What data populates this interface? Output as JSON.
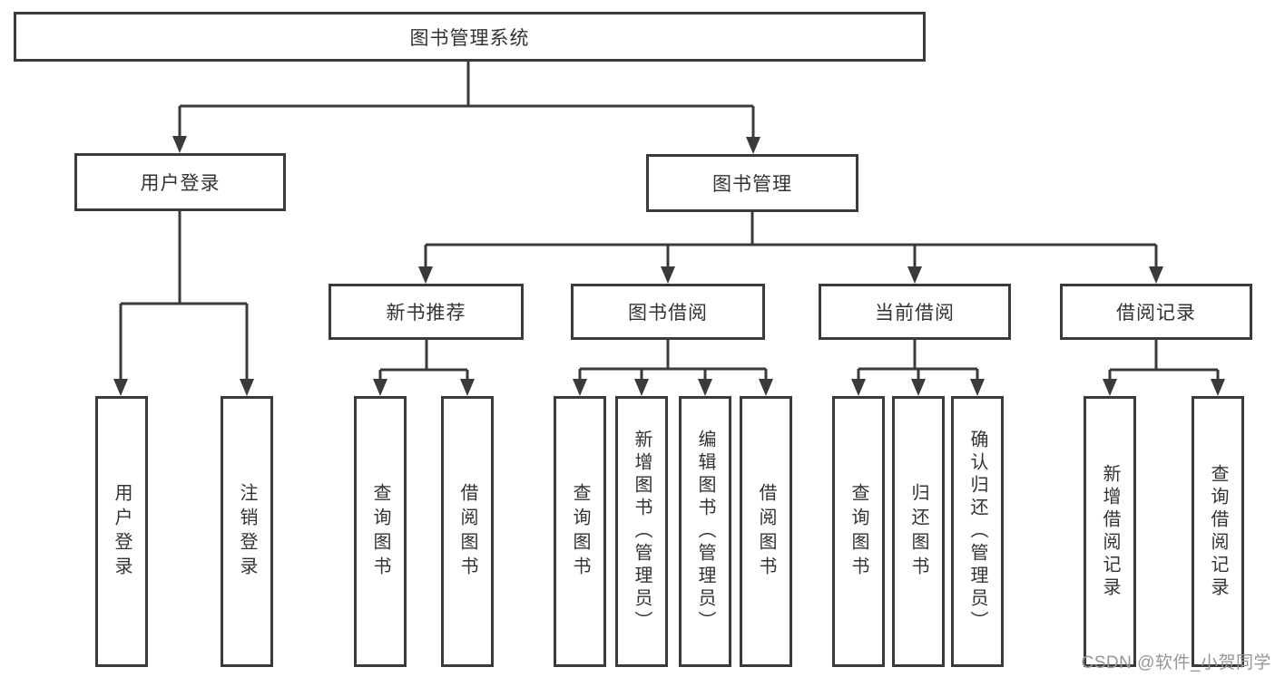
{
  "diagram": {
    "type": "hierarchy-flowchart",
    "watermark": "CSDN @软件_小贺同学",
    "colors": {
      "line": "#3a3a3a",
      "box_border": "#3a3a3a",
      "text": "#333333",
      "background": "#ffffff",
      "watermark_text": "#969696"
    },
    "nodes": {
      "root": {
        "label": "图书管理系统"
      },
      "level2": [
        {
          "label": "用户登录"
        },
        {
          "label": "图书管理"
        }
      ],
      "level3": [
        {
          "label": "新书推荐",
          "parent": "图书管理"
        },
        {
          "label": "图书借阅",
          "parent": "图书管理"
        },
        {
          "label": "当前借阅",
          "parent": "图书管理"
        },
        {
          "label": "借阅记录",
          "parent": "图书管理"
        }
      ],
      "leaves": [
        {
          "label": "用户登录",
          "parent": "用户登录"
        },
        {
          "label": "注销登录",
          "parent": "用户登录"
        },
        {
          "label": "查询图书",
          "parent": "新书推荐"
        },
        {
          "label": "借阅图书",
          "parent": "新书推荐"
        },
        {
          "label": "查询图书",
          "parent": "图书借阅"
        },
        {
          "label": "新增图书（管理员）",
          "parent": "图书借阅"
        },
        {
          "label": "编辑图书（管理员）",
          "parent": "图书借阅"
        },
        {
          "label": "借阅图书",
          "parent": "图书借阅"
        },
        {
          "label": "查询图书",
          "parent": "当前借阅"
        },
        {
          "label": "归还图书",
          "parent": "当前借阅"
        },
        {
          "label": "确认归还（管理员）",
          "parent": "当前借阅"
        },
        {
          "label": "新增借阅记录",
          "parent": "借阅记录"
        },
        {
          "label": "查询借阅记录",
          "parent": "借阅记录"
        }
      ]
    }
  }
}
